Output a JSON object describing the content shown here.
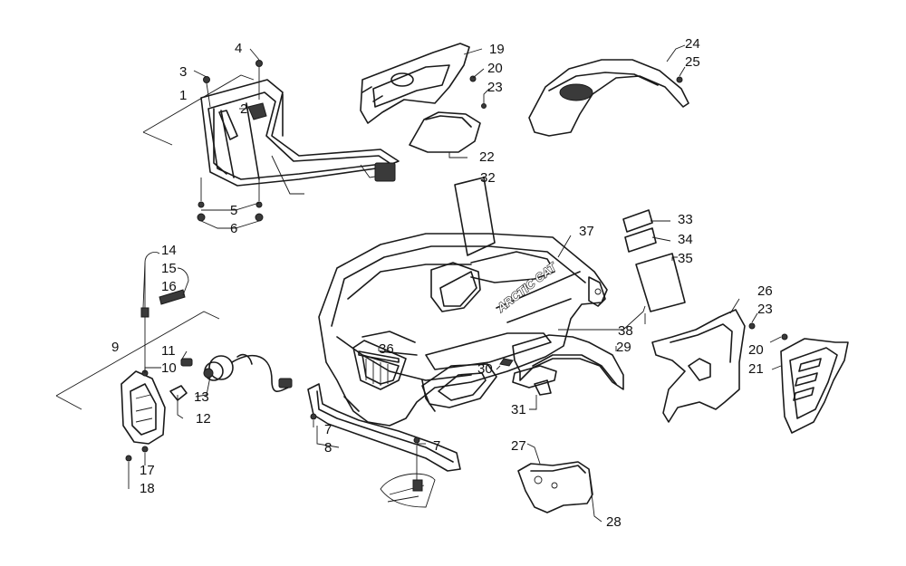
{
  "diagram": {
    "brand_decal": "ARCTIC CAT",
    "callouts": [
      {
        "id": "c1",
        "label": "1"
      },
      {
        "id": "c2",
        "label": "2"
      },
      {
        "id": "c3",
        "label": "3"
      },
      {
        "id": "c4",
        "label": "4"
      },
      {
        "id": "c5",
        "label": "5"
      },
      {
        "id": "c6",
        "label": "6"
      },
      {
        "id": "c7a",
        "label": "7"
      },
      {
        "id": "c7b",
        "label": "7"
      },
      {
        "id": "c8",
        "label": "8"
      },
      {
        "id": "c9",
        "label": "9"
      },
      {
        "id": "c10",
        "label": "10"
      },
      {
        "id": "c11",
        "label": "11"
      },
      {
        "id": "c12",
        "label": "12"
      },
      {
        "id": "c13",
        "label": "13"
      },
      {
        "id": "c14",
        "label": "14"
      },
      {
        "id": "c15",
        "label": "15"
      },
      {
        "id": "c16",
        "label": "16"
      },
      {
        "id": "c17",
        "label": "17"
      },
      {
        "id": "c18",
        "label": "18"
      },
      {
        "id": "c19",
        "label": "19"
      },
      {
        "id": "c20a",
        "label": "20"
      },
      {
        "id": "c20b",
        "label": "20"
      },
      {
        "id": "c21",
        "label": "21"
      },
      {
        "id": "c22",
        "label": "22"
      },
      {
        "id": "c23a",
        "label": "23"
      },
      {
        "id": "c23b",
        "label": "23"
      },
      {
        "id": "c24",
        "label": "24"
      },
      {
        "id": "c25",
        "label": "25"
      },
      {
        "id": "c26",
        "label": "26"
      },
      {
        "id": "c27",
        "label": "27"
      },
      {
        "id": "c28",
        "label": "28"
      },
      {
        "id": "c29",
        "label": "29"
      },
      {
        "id": "c30",
        "label": "30"
      },
      {
        "id": "c31",
        "label": "31"
      },
      {
        "id": "c32",
        "label": "32"
      },
      {
        "id": "c33",
        "label": "33"
      },
      {
        "id": "c34",
        "label": "34"
      },
      {
        "id": "c35",
        "label": "35"
      },
      {
        "id": "c36",
        "label": "36"
      },
      {
        "id": "c37",
        "label": "37"
      },
      {
        "id": "c38",
        "label": "38"
      }
    ]
  }
}
